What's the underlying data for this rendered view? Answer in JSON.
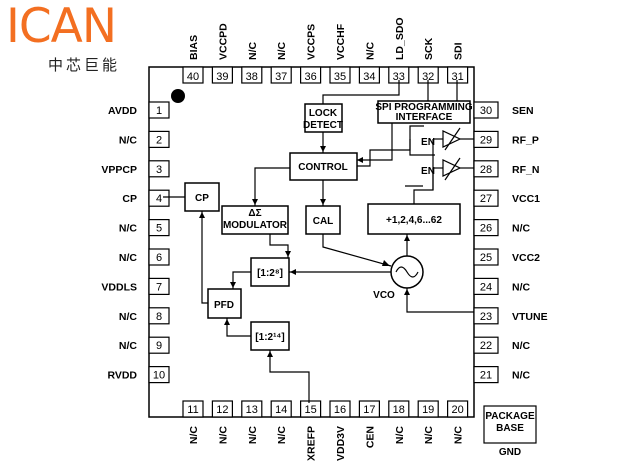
{
  "logo": {
    "brand": "ICAN",
    "sub": "中芯巨能",
    "color": "#f36f21"
  },
  "top_pins": [
    {
      "num": "40",
      "label": "BIAS"
    },
    {
      "num": "39",
      "label": "VCCPD"
    },
    {
      "num": "38",
      "label": "N/C"
    },
    {
      "num": "37",
      "label": "N/C"
    },
    {
      "num": "36",
      "label": "VCCPS"
    },
    {
      "num": "35",
      "label": "VCCHF"
    },
    {
      "num": "34",
      "label": "N/C"
    },
    {
      "num": "33",
      "label": "LD_SDO"
    },
    {
      "num": "32",
      "label": "SCK"
    },
    {
      "num": "31",
      "label": "SDI"
    }
  ],
  "left_pins": [
    {
      "num": "1",
      "label": "AVDD"
    },
    {
      "num": "2",
      "label": "N/C"
    },
    {
      "num": "3",
      "label": "VPPCP"
    },
    {
      "num": "4",
      "label": "CP"
    },
    {
      "num": "5",
      "label": "N/C"
    },
    {
      "num": "6",
      "label": "N/C"
    },
    {
      "num": "7",
      "label": "VDDLS"
    },
    {
      "num": "8",
      "label": "N/C"
    },
    {
      "num": "9",
      "label": "N/C"
    },
    {
      "num": "10",
      "label": "RVDD"
    }
  ],
  "right_pins": [
    {
      "num": "30",
      "label": "SEN"
    },
    {
      "num": "29",
      "label": "RF_P"
    },
    {
      "num": "28",
      "label": "RF_N"
    },
    {
      "num": "27",
      "label": "VCC1"
    },
    {
      "num": "26",
      "label": "N/C"
    },
    {
      "num": "25",
      "label": "VCC2"
    },
    {
      "num": "24",
      "label": "N/C"
    },
    {
      "num": "23",
      "label": "VTUNE"
    },
    {
      "num": "22",
      "label": "N/C"
    },
    {
      "num": "21",
      "label": "N/C"
    }
  ],
  "bottom_pins": [
    {
      "num": "11",
      "label": "N/C"
    },
    {
      "num": "12",
      "label": "N/C"
    },
    {
      "num": "13",
      "label": "N/C"
    },
    {
      "num": "14",
      "label": "N/C"
    },
    {
      "num": "15",
      "label": "XREFP"
    },
    {
      "num": "16",
      "label": "VDD3V"
    },
    {
      "num": "17",
      "label": "CEN"
    },
    {
      "num": "18",
      "label": "N/C"
    },
    {
      "num": "19",
      "label": "N/C"
    },
    {
      "num": "20",
      "label": "N/C"
    }
  ],
  "blocks": {
    "lock_line1": "LOCK",
    "lock_line2": "DETECT",
    "spi_line1": "SPI  PROGRAMMING",
    "spi_line2": "INTERFACE",
    "control": "CONTROL",
    "cp": "CP",
    "modulator_line1": "ΔΣ",
    "modulator_line2": "MODULATOR",
    "cal": "CAL",
    "divider": "+1,2,4,6...62",
    "div_top": "[1:2⁸]",
    "div_bottom": "[1:2¹⁴]",
    "pfd": "PFD",
    "vco": "VCO",
    "en1": "EN",
    "en2": "EN"
  },
  "package": {
    "line1": "PACKAGE",
    "line2": "BASE",
    "line3": "GND"
  }
}
